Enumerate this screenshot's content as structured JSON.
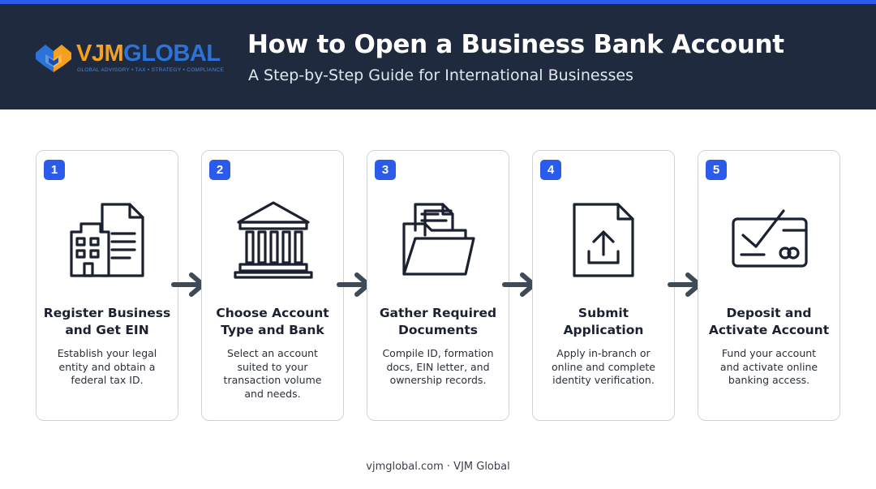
{
  "header": {
    "logo_word_part1": "VJM",
    "logo_word_part2": "GLOBAL",
    "logo_tagline": "GLOBAL ADVISORY • TAX • STRATEGY • COMPLIANCE",
    "title": "How to Open a Business Bank Account",
    "subtitle": "A Step-by-Step Guide for International Businesses"
  },
  "colors": {
    "header_bg": "#202a3e",
    "accent": "#2a5bea",
    "logo_orange": "#f6a020",
    "logo_blue": "#2a73d8",
    "icon_stroke": "#1b2130",
    "arrow": "#3f4a57"
  },
  "steps": [
    {
      "number": "1",
      "icon": "building-document-icon",
      "title": "Register Business\nand Get EIN",
      "description": "Establish your legal\nentity and obtain a\nfederal tax ID."
    },
    {
      "number": "2",
      "icon": "bank-icon",
      "title": "Choose Account\nType and Bank",
      "description": "Select an account\nsuited to your\ntransaction volume\nand needs."
    },
    {
      "number": "3",
      "icon": "folder-documents-icon",
      "title": "Gather Required\nDocuments",
      "description": "Compile ID, formation\ndocs, EIN letter, and\nownership records."
    },
    {
      "number": "4",
      "icon": "upload-document-icon",
      "title": "Submit\nApplication",
      "description": "Apply in-branch or\nonline and complete\nidentity verification."
    },
    {
      "number": "5",
      "icon": "card-check-icon",
      "title": "Deposit and\nActivate Account",
      "description": "Fund your account\nand activate online\nbanking access."
    }
  ],
  "footer": {
    "text": "vjmglobal.com · VJM Global"
  }
}
